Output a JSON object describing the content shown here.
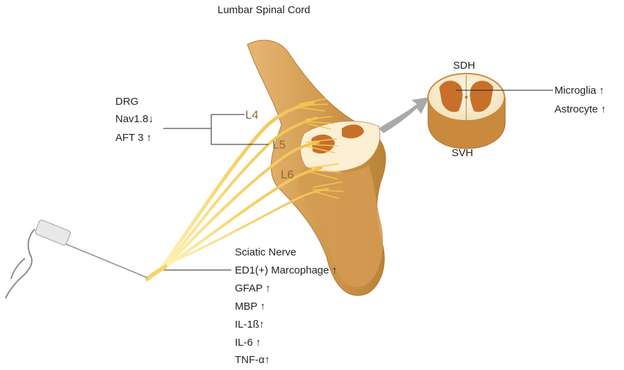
{
  "title": "Lumbar Spinal Cord",
  "drg": {
    "heading": "DRG",
    "markers": [
      "Nav1.8↓",
      "AFT 3 ↑"
    ]
  },
  "levels": [
    "L4",
    "L5",
    "L6"
  ],
  "cross_section": {
    "top_label": "SDH",
    "bottom_label": "SVH",
    "markers": [
      "Microglia ↑",
      "Astrocyte ↑"
    ]
  },
  "sciatic": {
    "heading": "Sciatic Nerve",
    "markers": [
      "ED1(+) Marcophage ↑",
      "GFAP ↑",
      "MBP ↑",
      "IL-1ß↑",
      "IL-6 ↑",
      "TNF-α↑"
    ]
  },
  "colors": {
    "cord": "#d4a05a",
    "cord_dark": "#b07a35",
    "gray_matter": "#c8702a",
    "nerve": "#f2c94c",
    "arrow": "#a9a9a9",
    "line": "#231f20"
  }
}
